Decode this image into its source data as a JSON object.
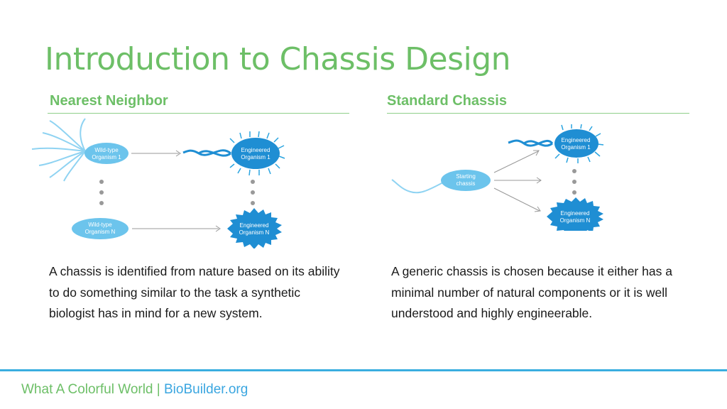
{
  "title": "Introduction to Chassis Design",
  "left": {
    "heading": "Nearest Neighbor",
    "wild_type_1": [
      "Wild-type",
      "Organism 1"
    ],
    "wild_type_n": [
      "Wild-type",
      "Organism N"
    ],
    "engineered_1": [
      "Engineered",
      "Organism 1"
    ],
    "engineered_n": [
      "Engineered",
      "Organism N"
    ],
    "description": "A chassis is identified from nature based on its ability to do something similar to the task a synthetic biologist has in mind for a new system."
  },
  "right": {
    "heading": "Standard Chassis",
    "starting": [
      "Starting",
      "chassis"
    ],
    "engineered_1": [
      "Engineered",
      "Organism 1"
    ],
    "engineered_n": [
      "Engineered",
      "Organism N"
    ],
    "description": "A generic chassis is chosen because it either has a minimal number of natural components or it is well understood and highly engineerable."
  },
  "footer": {
    "part1": "What A Colorful World | ",
    "part2": "BioBuilder.org"
  },
  "colors": {
    "title_green": "#6dbf67",
    "light_blue": "#6cc4ec",
    "dark_blue": "#1f8ed3",
    "footer_blue": "#3aa6e0"
  }
}
